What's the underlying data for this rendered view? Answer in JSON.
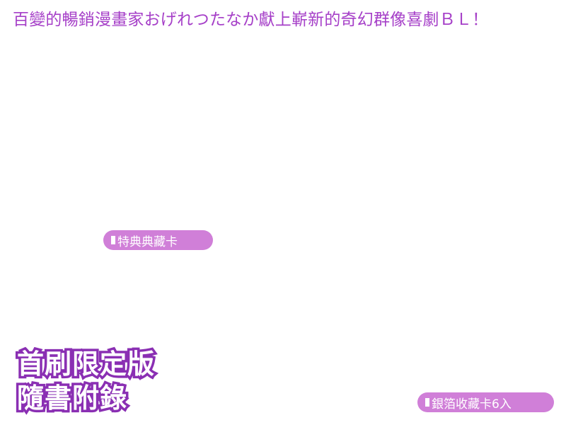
{
  "headline": "百變的暢銷漫畫家おげれつたなか獻上嶄新的奇幻群像喜劇ＢＬ！",
  "special_card_label": "特典典藏卡",
  "first_print_lines": [
    "首刷限定版",
    "隨書附錄"
  ],
  "foil_card_label": "銀箔收藏卡6入",
  "colors": {
    "accent": "#a640c8",
    "pill": "#d07fd8",
    "outline": "#8a2fb3"
  }
}
